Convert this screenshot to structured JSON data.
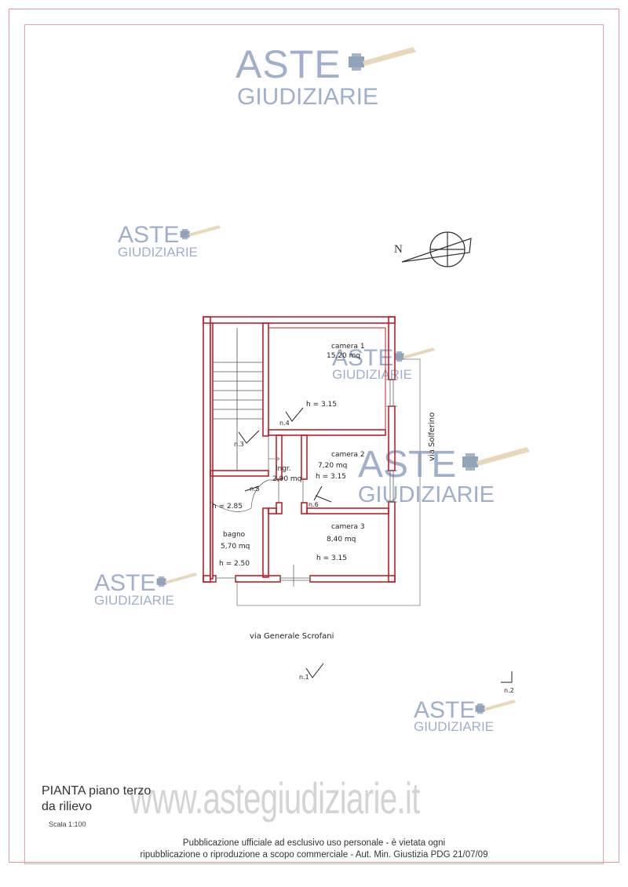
{
  "watermark": {
    "line1": "ASTE",
    "line2": "GIUDIZIARIE"
  },
  "compass": {
    "letter": "N"
  },
  "rooms": [
    {
      "name": "camera 1",
      "area": "15,20 mq",
      "height": "h = 3.15"
    },
    {
      "name": "camera 2",
      "area": "7,20 mq",
      "height": "h = 3.15"
    },
    {
      "name": "camera 3",
      "area": "8,40 mq",
      "height": "h = 3.15"
    },
    {
      "name": "ingr.",
      "area": "2,90 mq"
    },
    {
      "name": "bagno",
      "area": "5,70 mq",
      "height": "h = 2.50",
      "height2": "h = 2.85"
    }
  ],
  "markers": {
    "n1": "n.1",
    "n2": "n.2",
    "n3": "n.3",
    "n4": "n.4",
    "n5": "n.5",
    "n6": "n.6"
  },
  "streets": {
    "right": "via Solferino",
    "bottom": "via Generale Scrofani"
  },
  "footer": {
    "title_bold": "PIANTA",
    "title_rest": " piano terzo",
    "title_line2": "da rilievo",
    "scale": "Scala 1:100",
    "site": "www.astegiudiziarie.it",
    "notice1": "Pubblicazione ufficiale ad esclusivo uso personale - è vietata ogni",
    "notice2": "ripubblicazione o riproduzione a scopo commerciale - Aut. Min. Giustizia PDG 21/07/09"
  }
}
